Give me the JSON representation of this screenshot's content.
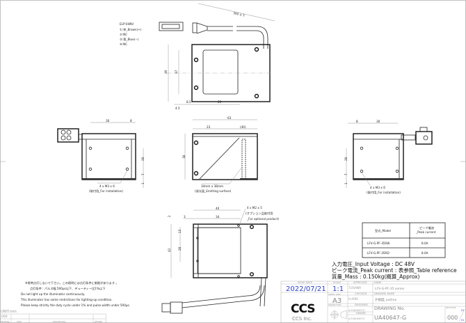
{
  "top_view": {
    "connector_model": "ELP-04NV",
    "pins": [
      "①:茶_Brown(+)",
      "②:NC",
      "③:青_Blue(−)",
      "④:NC"
    ],
    "cable_length": "300 ± 5",
    "dims": {
      "height": "46",
      "inner_height": "37",
      "offset_a": "4.5",
      "offset_b": "8.5",
      "window_width": "29"
    }
  },
  "left_view": {
    "dims": {
      "width": "30",
      "edge": "8",
      "vertical": "20",
      "bottom": "7",
      "base": "1"
    },
    "screw_label": "4 x M3 x 6",
    "screw_note": "(取付用_For installation)"
  },
  "front_view": {
    "dims": {
      "length": "63",
      "offset": "23",
      "window": "(40)",
      "height": "38"
    },
    "emit_label": "34mm x 38mm",
    "emit_note": "(発光面_Emitting surface)"
  },
  "right_view": {
    "dims": {
      "edge": "8",
      "width": "30",
      "vertical": "20",
      "bottom": "7",
      "base": "1"
    },
    "screw_label": "4 x M3 x 6",
    "screw_note": "(取付用_For installation)"
  },
  "bottom_view": {
    "dims": {
      "width": "40",
      "margin": "3",
      "inner": "34",
      "height": "42",
      "top": "13",
      "pitch": "20",
      "edge": "2"
    },
    "screw_label": "4 x M2 x 5",
    "screw_note_jp": "(オプション品取付用",
    "screw_note_en": "_For optional product)"
  },
  "model_table": {
    "headers": [
      "型式_Model",
      "ピーク電流",
      "_Peak current"
    ],
    "rows": [
      {
        "model": "LFV-G-PF-35SW",
        "current": "8.0A"
      },
      {
        "model": "LFV-G-PF-35RD",
        "current": "8.0A"
      }
    ]
  },
  "specs": [
    "入力電圧_Input Voltage : DC 48V",
    "ピーク電流_Peak current : 表参照_Table reference",
    "質量_Mass : 0.150kg(概算_Approx)"
  ],
  "notes": [
    "※常時点灯しないで下さい。この照明には点灯条件に制限があります 。",
    "点灯条件 : パルス幅 500μs以下、デューティー比1%以下",
    "Do not light up the illuminator continuously.",
    "This illuminator has some restrictions for lighting-up condition.",
    "Please keep strictly the duty cycle under 1% and pulse width under 500μs."
  ],
  "revision_block": {
    "unit": "UNIT:mm",
    "revision": "000",
    "headers": [
      "REVISION",
      "DATE",
      "DESCRIPTION",
      "REVISED"
    ]
  },
  "title_block": {
    "issue_date_label": "ISSUE DATE",
    "issue_date": "2022/07/21",
    "scale_label": "SCALE",
    "scale": "1:1",
    "sheet_size_label": "SHEET SIZE",
    "sheet_size": "A3",
    "projection_label": "PROJECTION",
    "approved_label": "APPROVED",
    "approved_by": "T.OSAWA",
    "checked_label": "CHECKED",
    "checked_by": "H.AOKI",
    "designed_label": "DESIGNED",
    "designed_by": "A.FUKUMOTO",
    "drawn_label": "DRAWN",
    "drawn_by": "A.FUKUMOTO",
    "name_label": "NAME",
    "name": "LFV-G-PF-35 series",
    "drawing_name_label": "DRAWING NAME",
    "drawing_name": "外観図_outline",
    "drawing_no_label": "DRAWING No.",
    "drawing_no": "UA40647-G",
    "revision_label": "REVISION",
    "revision": "000",
    "sheet_marks": [
      "01",
      "01"
    ],
    "company": "CCS Inc.",
    "logo": "CCS"
  }
}
